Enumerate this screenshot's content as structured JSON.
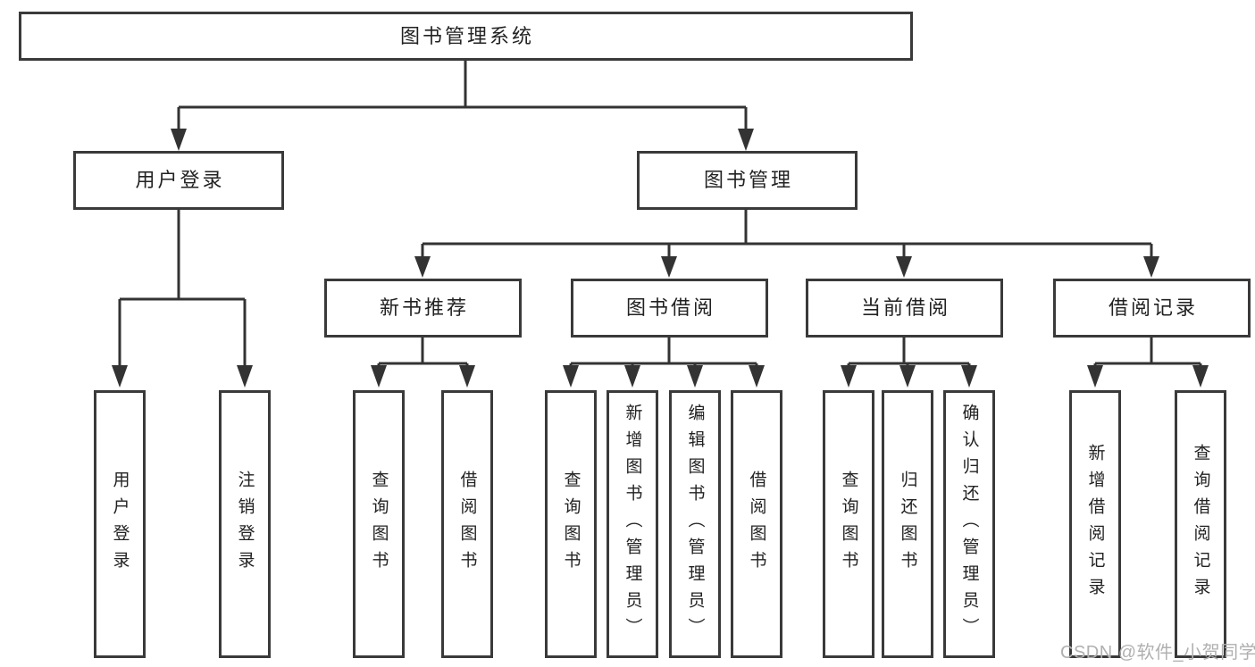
{
  "diagram": {
    "root": {
      "label": "图书管理系统"
    },
    "branches": [
      {
        "label": "用户登录",
        "children": [
          {
            "label": "用户登录"
          },
          {
            "label": "注销登录"
          }
        ]
      },
      {
        "label": "图书管理",
        "children": [
          {
            "label": "新书推荐",
            "children": [
              {
                "label": "查询图书"
              },
              {
                "label": "借阅图书"
              }
            ]
          },
          {
            "label": "图书借阅",
            "children": [
              {
                "label": "查询图书"
              },
              {
                "label": "新增图书（管理员）"
              },
              {
                "label": "编辑图书（管理员）"
              },
              {
                "label": "借阅图书"
              }
            ]
          },
          {
            "label": "当前借阅",
            "children": [
              {
                "label": "查询图书"
              },
              {
                "label": "归还图书"
              },
              {
                "label": "确认归还（管理员）"
              }
            ]
          },
          {
            "label": "借阅记录",
            "children": [
              {
                "label": "新增借阅记录"
              },
              {
                "label": "查询借阅记录"
              }
            ]
          }
        ]
      }
    ]
  },
  "watermark": {
    "text": "CSDN @软件_小贺同学"
  },
  "colors": {
    "line": "#333333",
    "box_border": "#3a3a3a",
    "text": "#222222",
    "watermark": "#b0b0b0",
    "background": "#ffffff"
  }
}
